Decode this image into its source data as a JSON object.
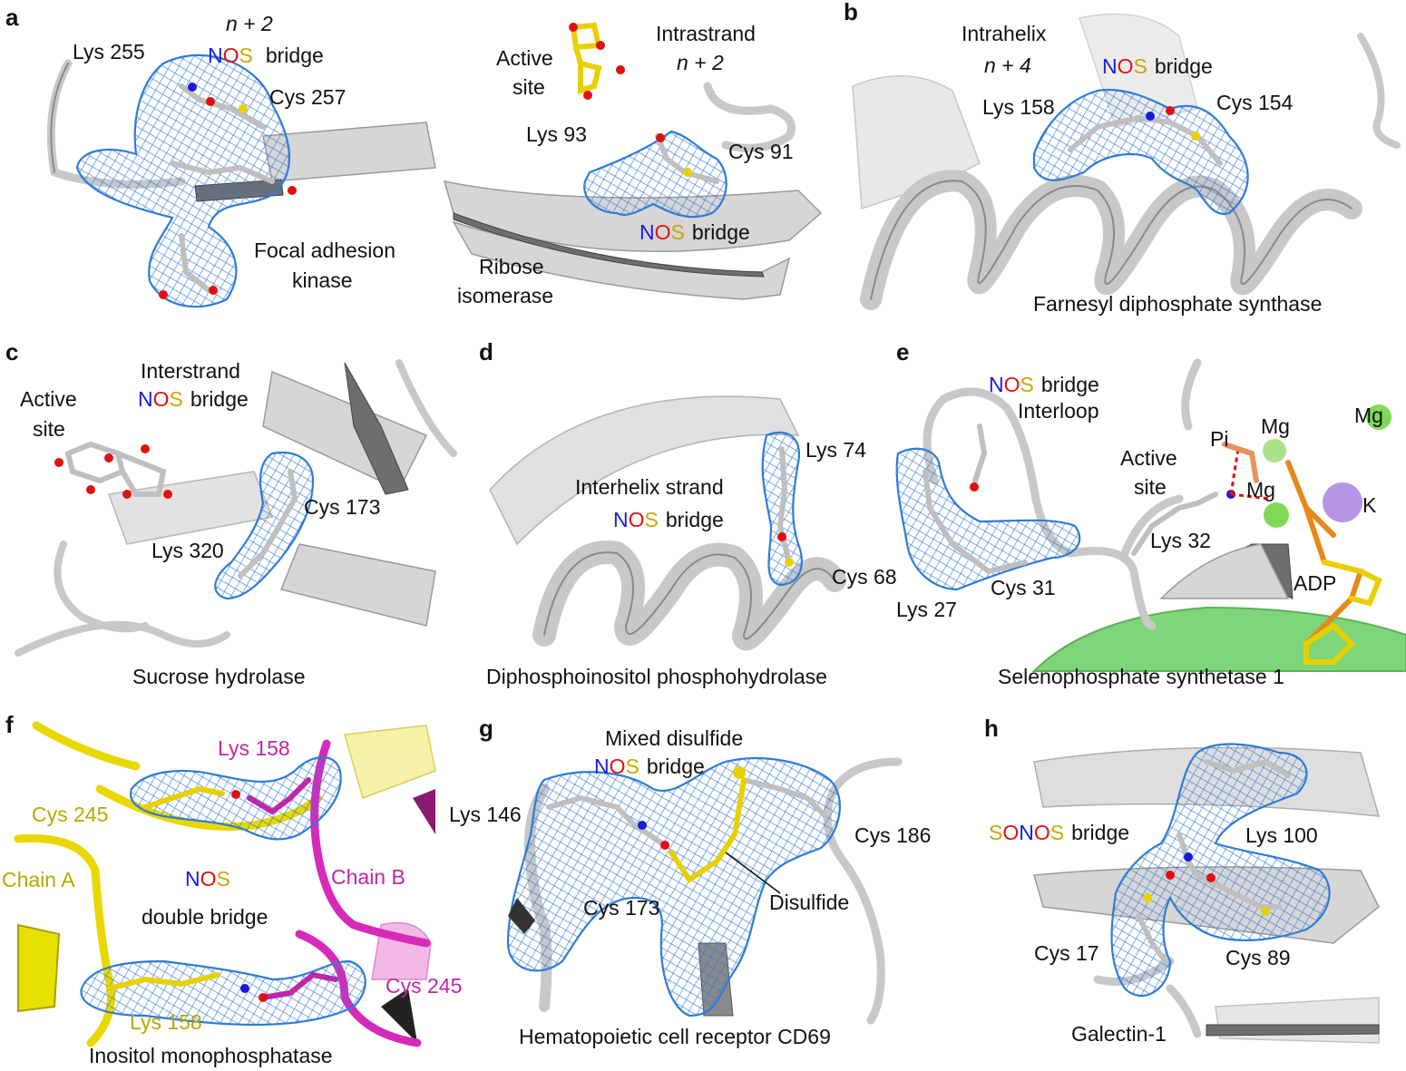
{
  "panel_letters": [
    "a",
    "b",
    "c",
    "d",
    "e",
    "f",
    "g",
    "h"
  ],
  "panels": {
    "a_left": {
      "top": "n + 2",
      "nos": [
        "N",
        "O",
        "S"
      ],
      "bridge": "bridge",
      "lys": "Lys 255",
      "cys": "Cys 257",
      "protein_line1": "Focal adhesion",
      "protein_line2": "kinase"
    },
    "a_right": {
      "active_line1": "Active",
      "active_line2": "site",
      "intra_line1": "Intrastrand",
      "intra_line2": "n + 2",
      "lys": "Lys 93",
      "cys": "Cys 91",
      "nos": [
        "N",
        "O",
        "S"
      ],
      "bridge": "bridge",
      "protein_line1": "Ribose",
      "protein_line2": "isomerase"
    },
    "b": {
      "intra_line1": "Intrahelix",
      "intra_line2": "n + 4",
      "nos": [
        "N",
        "O",
        "S"
      ],
      "bridge": "bridge",
      "lys": "Lys 158",
      "cys": "Cys 154",
      "protein": "Farnesyl diphosphate synthase"
    },
    "c": {
      "active_line1": "Active",
      "active_line2": "site",
      "inter": "Interstrand",
      "nos": [
        "N",
        "O",
        "S"
      ],
      "bridge": "bridge",
      "cys": "Cys 173",
      "lys": "Lys 320",
      "protein": "Sucrose hydrolase"
    },
    "d": {
      "inter": "Interhelix strand",
      "nos": [
        "N",
        "O",
        "S"
      ],
      "bridge": "bridge",
      "lys": "Lys 74",
      "cys": "Cys 68",
      "protein": "Diphosphoinositol phosphohydrolase"
    },
    "e": {
      "nos": [
        "N",
        "O",
        "S"
      ],
      "bridge": "bridge",
      "interloop": "Interloop",
      "active_line1": "Active",
      "active_line2": "site",
      "pi": "Pi",
      "mg1": "Mg",
      "mg2": "Mg",
      "mg3": "Mg",
      "k": "K",
      "lys32": "Lys 32",
      "adp": "ADP",
      "cys": "Cys 31",
      "lys27": "Lys 27",
      "protein": "Selenophosphate synthetase 1"
    },
    "f": {
      "lys_top": "Lys 158",
      "cys_left": "Cys 245",
      "chain_a": "Chain A",
      "chain_b": "Chain B",
      "nos": [
        "N",
        "O",
        "S"
      ],
      "double": "double bridge",
      "cys_right": "Cys 245",
      "lys_bottom": "Lys 158",
      "protein": "Inositol monophosphatase"
    },
    "g": {
      "mixed": "Mixed disulfide",
      "nos": [
        "N",
        "O",
        "S"
      ],
      "bridge": "bridge",
      "lys": "Lys 146",
      "cys186": "Cys 186",
      "cys173": "Cys 173",
      "disulfide": "Disulfide",
      "protein": "Hematopoietic cell receptor CD69"
    },
    "h": {
      "sonos": [
        "S",
        "O",
        "N",
        "O",
        "S"
      ],
      "bridge": "bridge",
      "lys": "Lys 100",
      "cys17": "Cys 17",
      "cys89": "Cys 89",
      "protein": "Galectin-1"
    }
  },
  "colors": {
    "nitrogen": "#1a1adb",
    "oxygen": "#e01010",
    "sulfur": "#c8a800",
    "mesh": "#2f7bd6",
    "chain_a": "#b8a800",
    "chain_b": "#c026a8",
    "mg": "#7ed957",
    "potassium": "#b894e6"
  }
}
